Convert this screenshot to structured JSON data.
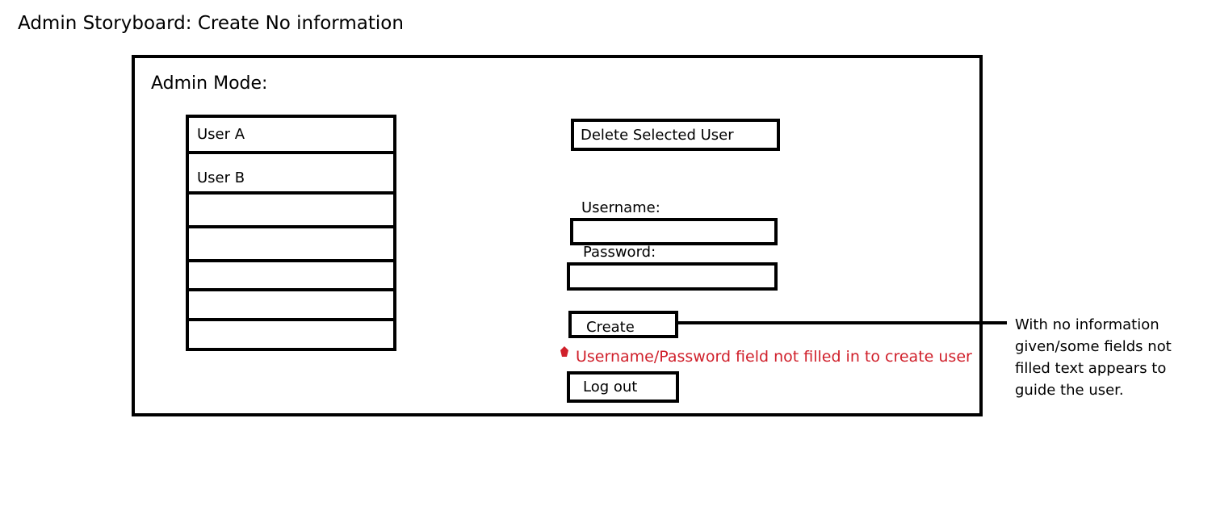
{
  "page": {
    "title": "Admin Storyboard:  Create No information"
  },
  "admin": {
    "mode_label": "Admin Mode:",
    "users": [
      "User A",
      "User B",
      "",
      "",
      "",
      "",
      ""
    ],
    "delete_button": "Delete Selected User",
    "username_label": "Username:",
    "username_value": "",
    "password_label": "Password:",
    "password_value": "",
    "create_button": "Create",
    "error_message": "Username/Password field not filled in to create user",
    "logout_button": "Log out"
  },
  "annotation": {
    "note": "With no information given/some fields not filled text appears to guide the user."
  },
  "colors": {
    "error": "#d0202b",
    "ink": "#000000"
  },
  "icons": {
    "error_marker": "error-marker-icon"
  }
}
